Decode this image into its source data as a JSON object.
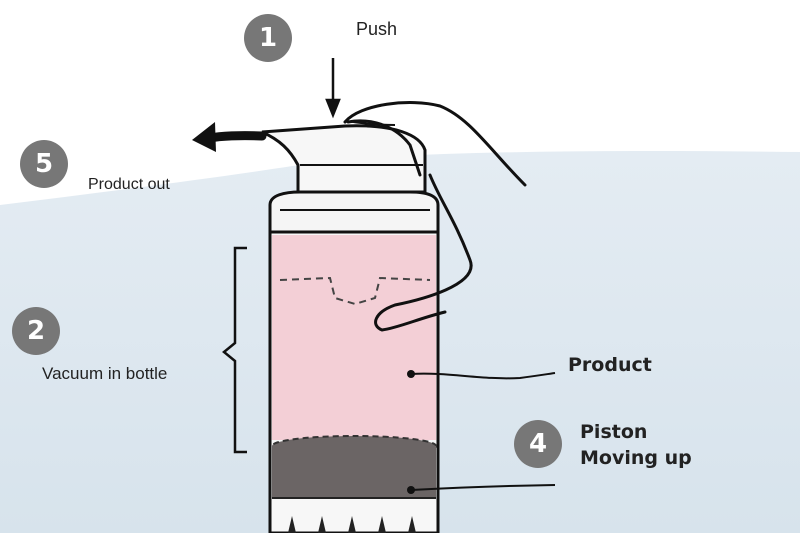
{
  "steps": [
    {
      "number": "1",
      "label": "Push"
    },
    {
      "number": "2",
      "label": "Vacuum in bottle"
    },
    {
      "number": "4",
      "label_line1": "Piston",
      "label_line2": "Moving up"
    },
    {
      "number": "5",
      "label": "Product out"
    }
  ],
  "callouts": {
    "product": "Product"
  },
  "colors": {
    "background_top": "#ffffff",
    "background_wash": "#dbe6ef",
    "product_fill": "#f3cfd6",
    "piston_fill": "#6b6565",
    "badge": "#777777",
    "ink": "#111111"
  }
}
